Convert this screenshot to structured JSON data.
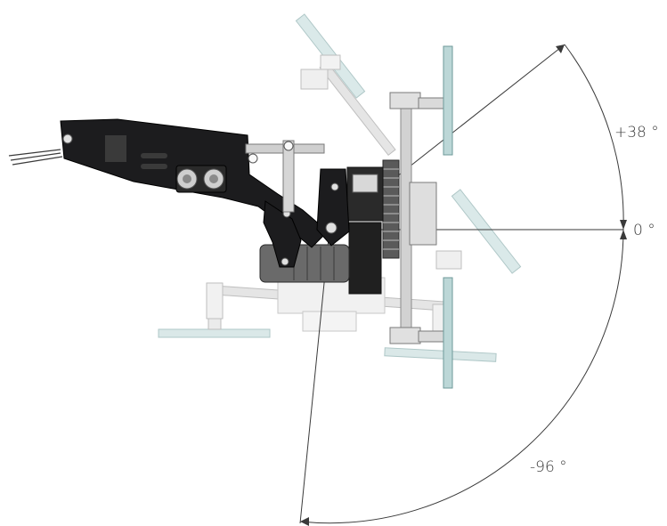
{
  "diagram": {
    "angle_labels": {
      "upper": "+38 °",
      "zero": "0 °",
      "lower": "-96 °"
    },
    "colors": {
      "arm_black": "#1c1c1e",
      "frame_grey": "#c9c9c9",
      "frame_dark": "#8a8a8a",
      "pad_teal": "#bcd7d7",
      "pad_edge": "#6e9a9a",
      "dim_line": "#3a3a3a",
      "ghost_grey": "#d9d9d9"
    }
  }
}
